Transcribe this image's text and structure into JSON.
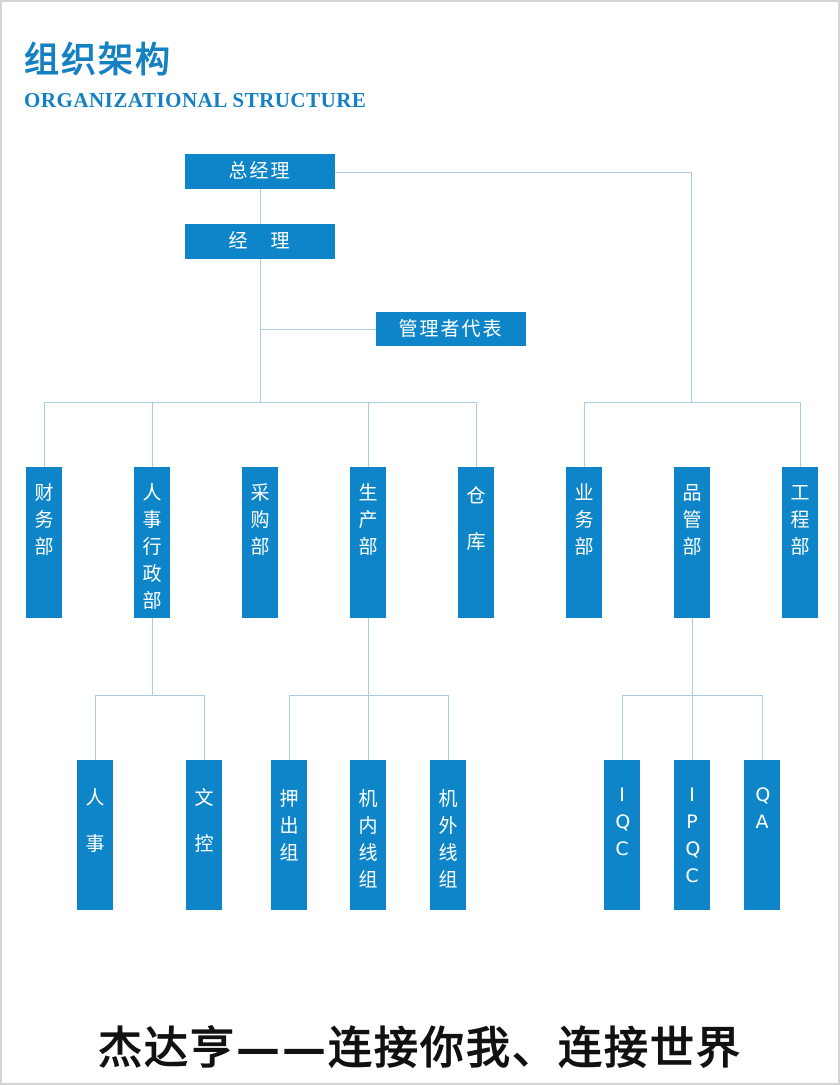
{
  "header": {
    "title_cn": "组织架构",
    "title_en": "ORGANIZATIONAL STRUCTURE"
  },
  "top": {
    "gm": "总经理",
    "manager": "经　理",
    "mgmt_rep": "管理者代表"
  },
  "departments": [
    "财务部",
    "人事行政部",
    "采购部",
    "生产部",
    "仓库",
    "业务部",
    "品管部",
    "工程部"
  ],
  "hr_units": [
    "人事",
    "文控"
  ],
  "production_units": [
    "押出组",
    "机内线组",
    "机外线组"
  ],
  "qc_units": [
    "IQC",
    "IPQC",
    "QA"
  ],
  "slogan": "杰达亨——连接你我、连接世界",
  "colors": {
    "box": "#0d85c8",
    "line": "#a9cde3",
    "title": "#1580c2"
  }
}
